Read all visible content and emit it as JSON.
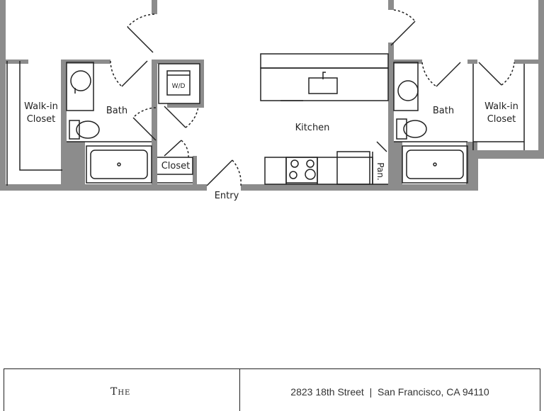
{
  "floorplan": {
    "rooms": {
      "walkin_left": [
        "Walk-in",
        "Closet"
      ],
      "bath_left": "Bath",
      "wd": "W/D",
      "closet": "Closet",
      "entry": "Entry",
      "kitchen": "Kitchen",
      "pantry": "Pan.",
      "bath_right": "Bath",
      "walkin_right": [
        "Walk-in",
        "Closet"
      ]
    },
    "wall_color": "#8c8c8c",
    "line_color": "#222222"
  },
  "footer": {
    "brand": "The",
    "address": "2823 18th Street  |  San Francisco, CA 94110"
  }
}
